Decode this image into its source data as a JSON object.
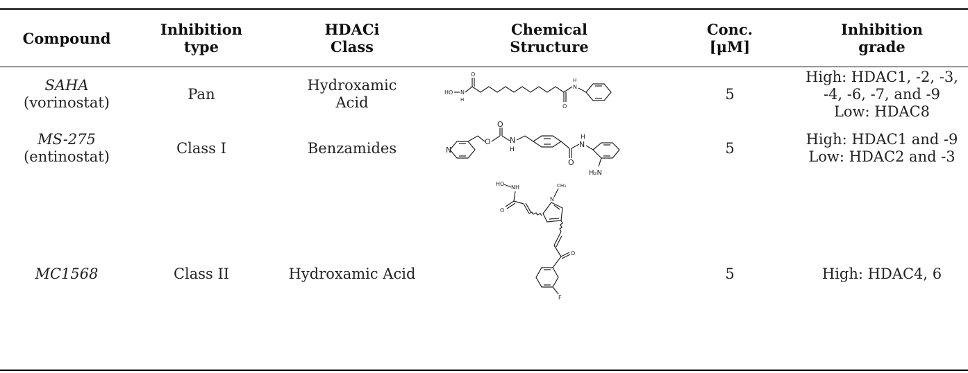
{
  "headers": {
    "compound": "Compound",
    "inhibition_type": [
      "Inhibition",
      "type"
    ],
    "hdaci_class": [
      "HDACi",
      "Class"
    ],
    "structure": [
      "Chemical",
      "Structure"
    ],
    "conc": [
      "Conc.",
      "[μM]"
    ],
    "grade": [
      "Inhibition",
      "grade"
    ]
  },
  "rows": [
    {
      "compound": "SAHA",
      "compound_alias": "(vorinostat)",
      "type": "Pan",
      "class_lines": [
        "Hydroxamic",
        "Acid"
      ],
      "conc": "5",
      "grade_lines": [
        "High: HDAC1, -2, -3,",
        "-4, -6, -7, and -9",
        "Low: HDAC8"
      ],
      "atoms": {
        "ho": "HO",
        "n1": "N",
        "h1": "H",
        "o1": "O",
        "o2": "O",
        "n2": "N",
        "h2": "H"
      }
    },
    {
      "compound": "MS-275",
      "compound_alias": "(entinostat)",
      "type": "Class I",
      "class_lines": [
        "Benzamides"
      ],
      "conc": "5",
      "grade_lines": [
        "High: HDAC1 and -9",
        "Low: HDAC2 and -3"
      ],
      "atoms": {
        "n_py": "N",
        "o_est": "O",
        "o_co": "O",
        "n_carb": "N",
        "h_carb": "H",
        "o_am": "O",
        "n_am": "N",
        "h_am": "H",
        "nh2": "H₂N"
      }
    },
    {
      "compound": "MC1568",
      "compound_alias": "",
      "type": "Class II",
      "class_lines": [
        "Hydroxamic Acid"
      ],
      "conc": "5",
      "grade_lines": [
        "High: HDAC4, 6"
      ],
      "atoms": {
        "ho": "HO",
        "nh": "NH",
        "o1": "O",
        "n_pyr": "N",
        "ch3": "CH₃",
        "o2": "O",
        "f": "F"
      }
    }
  ]
}
